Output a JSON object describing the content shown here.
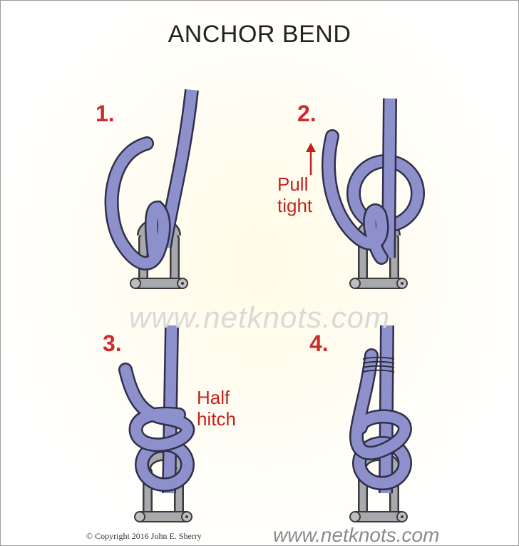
{
  "title": "ANCHOR BEND",
  "steps": [
    {
      "number": "1.",
      "note": []
    },
    {
      "number": "2.",
      "note": [
        "Pull",
        "tight"
      ]
    },
    {
      "number": "3.",
      "note": [
        "Half",
        "hitch"
      ]
    },
    {
      "number": "4.",
      "note": []
    }
  ],
  "watermark": "www.netknots.com",
  "copyright": "©  Copyright  2016  John E. Sherry",
  "site": "www.netknots.com",
  "colors": {
    "rope": "#8e90cb",
    "rope_outline": "#2f2f4a",
    "shackle": "#a7a9ac",
    "step_number": "#cf2a2f",
    "note": "#c0231e"
  }
}
